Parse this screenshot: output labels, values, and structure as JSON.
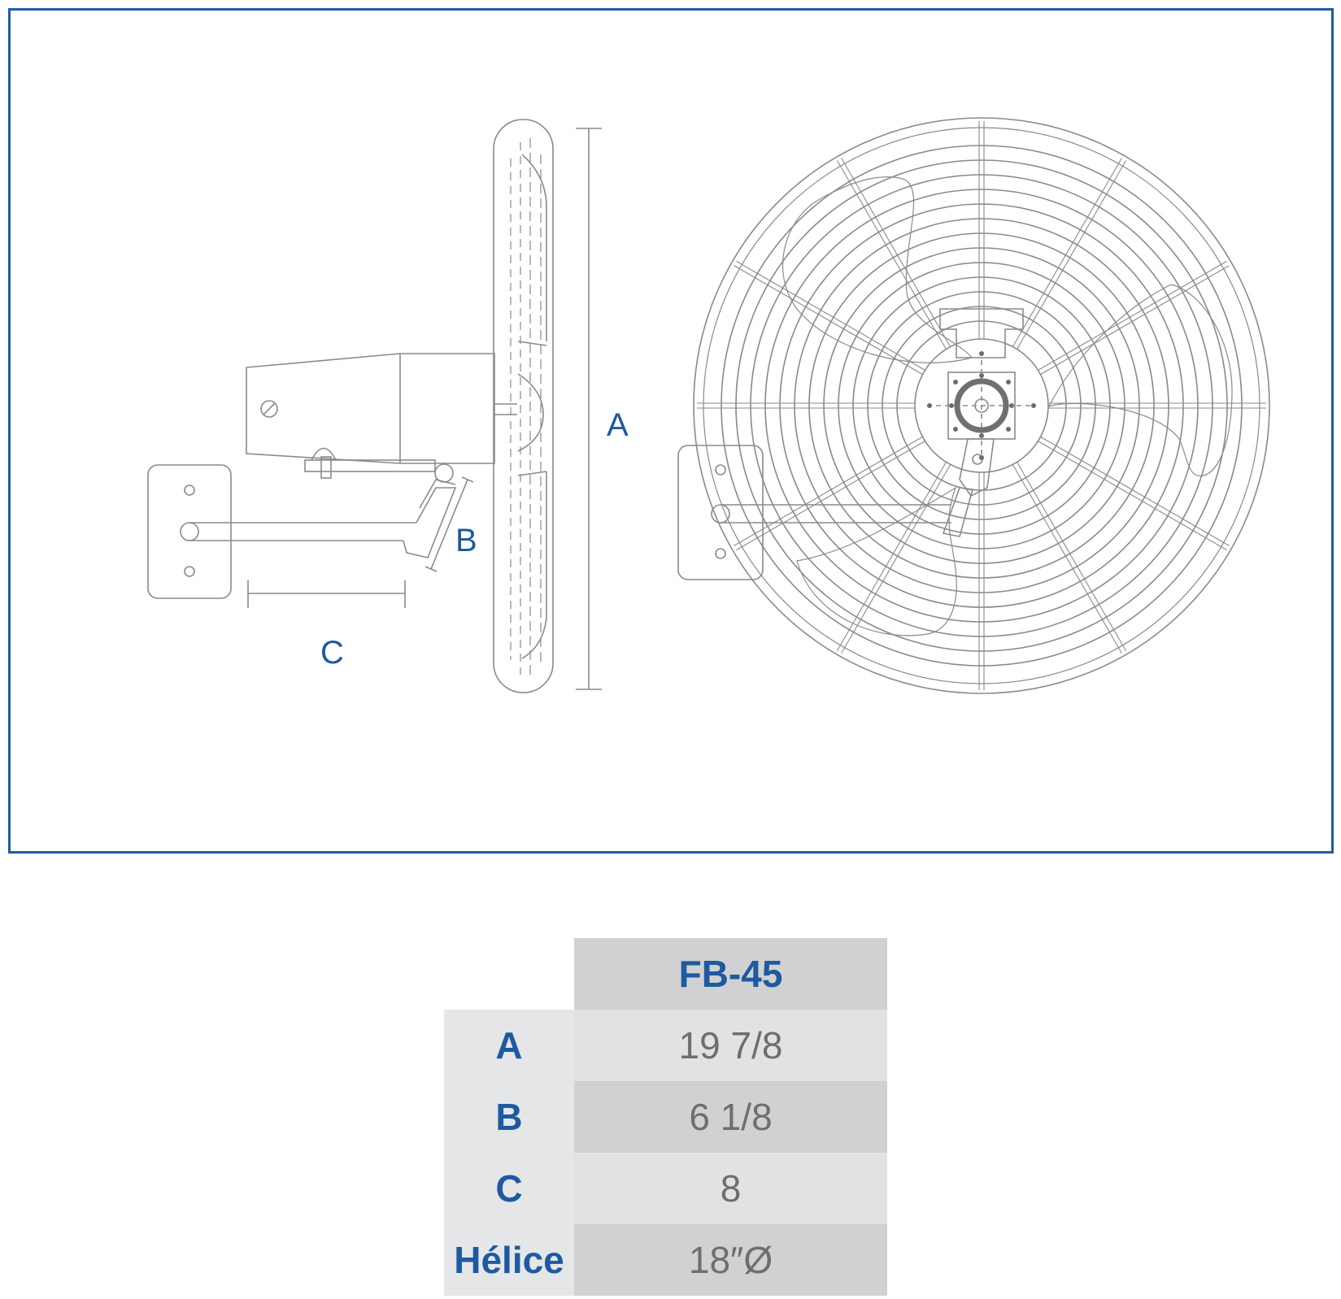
{
  "diagram": {
    "frame_color": "#1e5da1",
    "line_color": "#8a8a8a",
    "label_color": "#1e5aa0",
    "labels": {
      "a": "A",
      "b": "B",
      "c": "C"
    }
  },
  "table": {
    "model": "FB-45",
    "rows": [
      {
        "label": "A",
        "value": "19 7/8"
      },
      {
        "label": "B",
        "value": "6 1/8"
      },
      {
        "label": "C",
        "value": "8"
      },
      {
        "label": "Hélice",
        "value": "18″Ø"
      }
    ]
  }
}
